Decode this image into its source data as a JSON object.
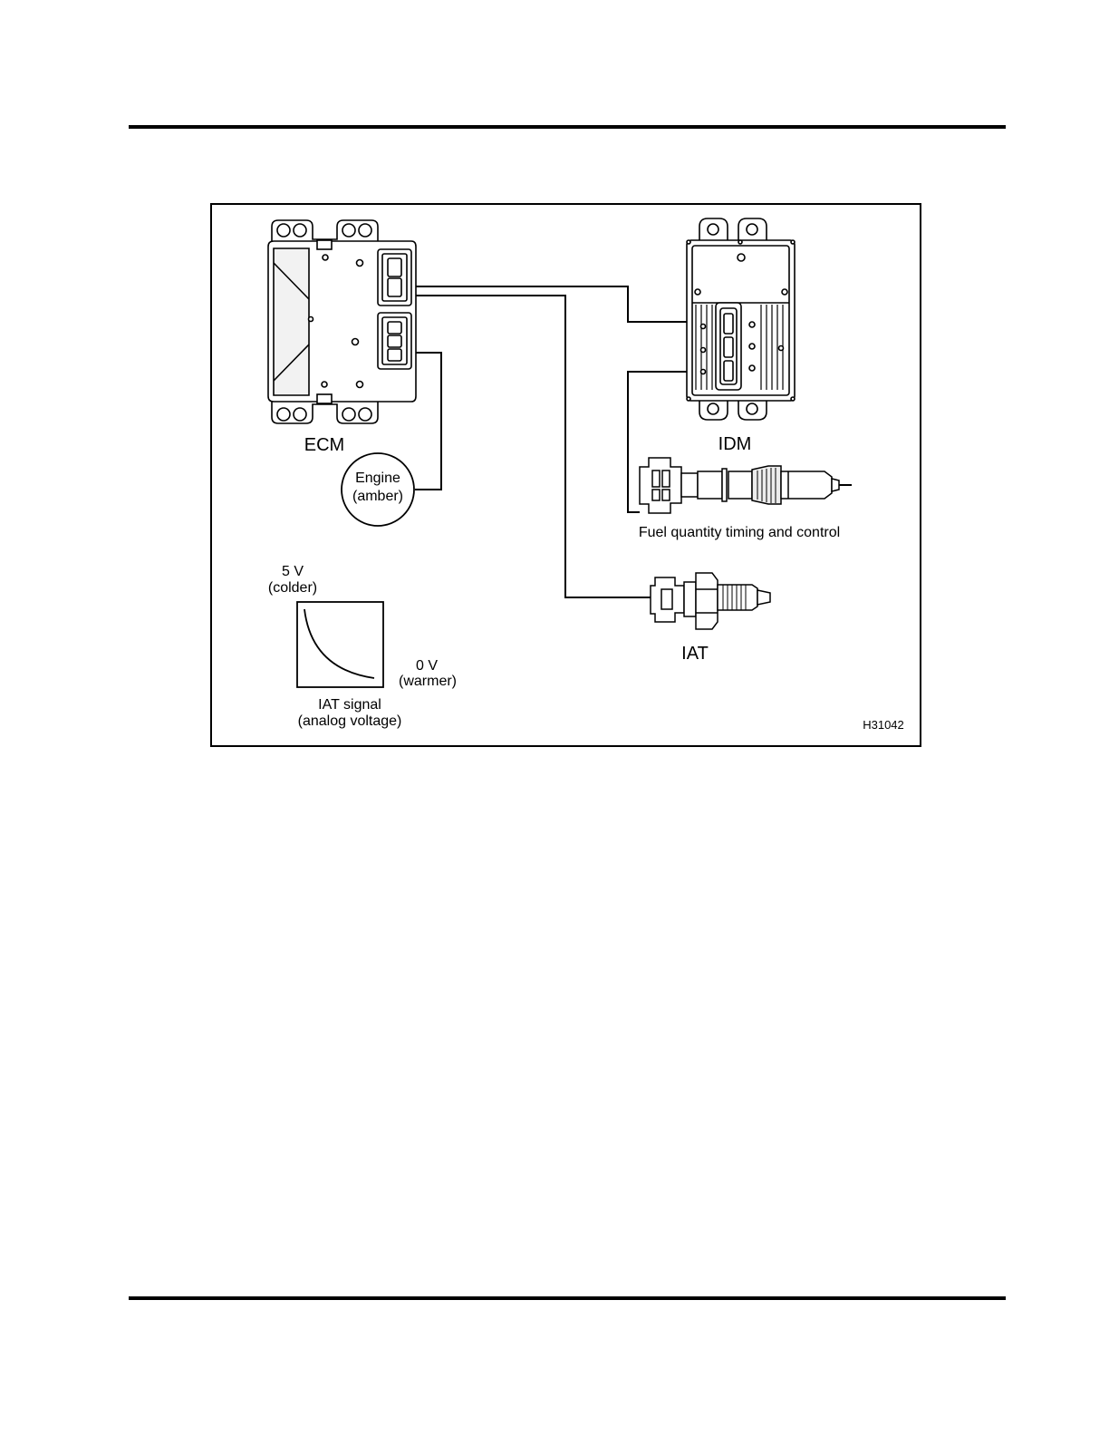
{
  "figure": {
    "labels": {
      "ecm": "ECM",
      "idm": "IDM",
      "engine_line1": "Engine",
      "engine_line2": "(amber)",
      "injector": "Fuel quantity timing and control",
      "iat": "IAT",
      "v_high": "5 V",
      "v_high_note": "(colder)",
      "v_low": "0 V",
      "v_low_note": "(warmer)",
      "graph_title_1": "IAT signal",
      "graph_title_2": "(analog voltage)",
      "figure_id": "H31042"
    }
  },
  "colors": {
    "line": "#000000",
    "fill": "#ffffff",
    "shade": "#e6e6e6"
  }
}
